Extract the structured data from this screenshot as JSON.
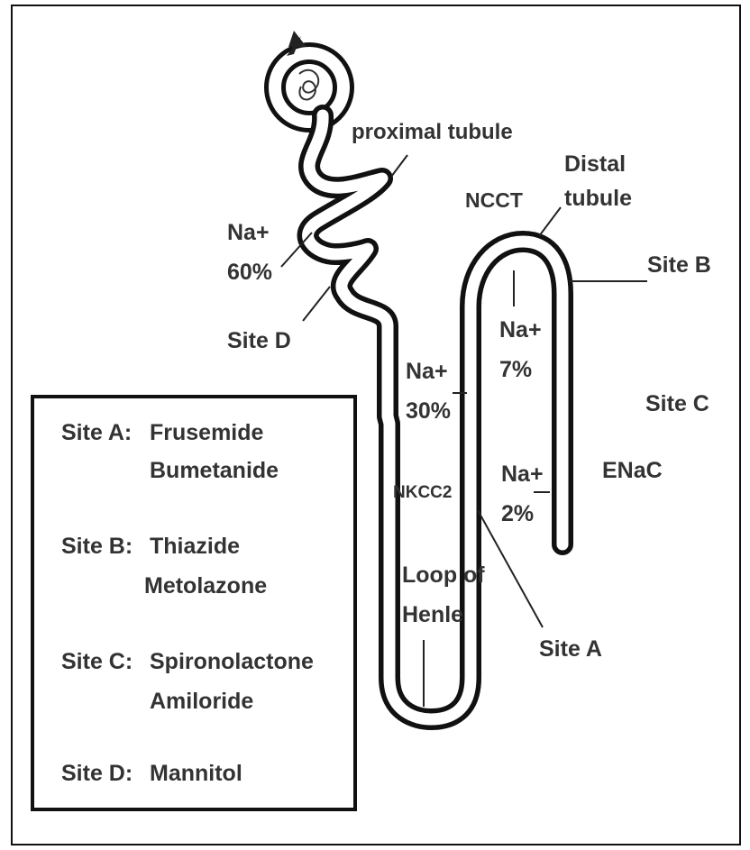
{
  "labels": {
    "proximal_tubule": "proximal tubule",
    "distal_tubule_line1": "Distal",
    "distal_tubule_line2": "tubule",
    "ncct": "NCCT",
    "na_60_line1": "Na+",
    "na_60_line2": "60%",
    "site_d": "Site D",
    "site_b": "Site B",
    "na_7_line1": "Na+",
    "na_7_line2": "7%",
    "na_30_line1": "Na+",
    "na_30_line2": "30%",
    "site_c": "Site C",
    "na_2_line1": "Na+",
    "na_2_line2": "2%",
    "enac": "ENaC",
    "nkcc2": "NKCC2",
    "loop_line1": "Loop of",
    "loop_line2": "Henle",
    "site_a": "Site A"
  },
  "legend": {
    "site_a_label": "Site A:",
    "site_a_drug1": "Frusemide",
    "site_a_drug2": "Bumetanide",
    "site_b_label": "Site B:",
    "site_b_drug1": "Thiazide",
    "site_b_drug2": "Metolazone",
    "site_c_label": "Site C:",
    "site_c_drug1": "Spironolactone",
    "site_c_drug2": "Amiloride",
    "site_d_label": "Site D:",
    "site_d_drug1": "Mannitol"
  }
}
